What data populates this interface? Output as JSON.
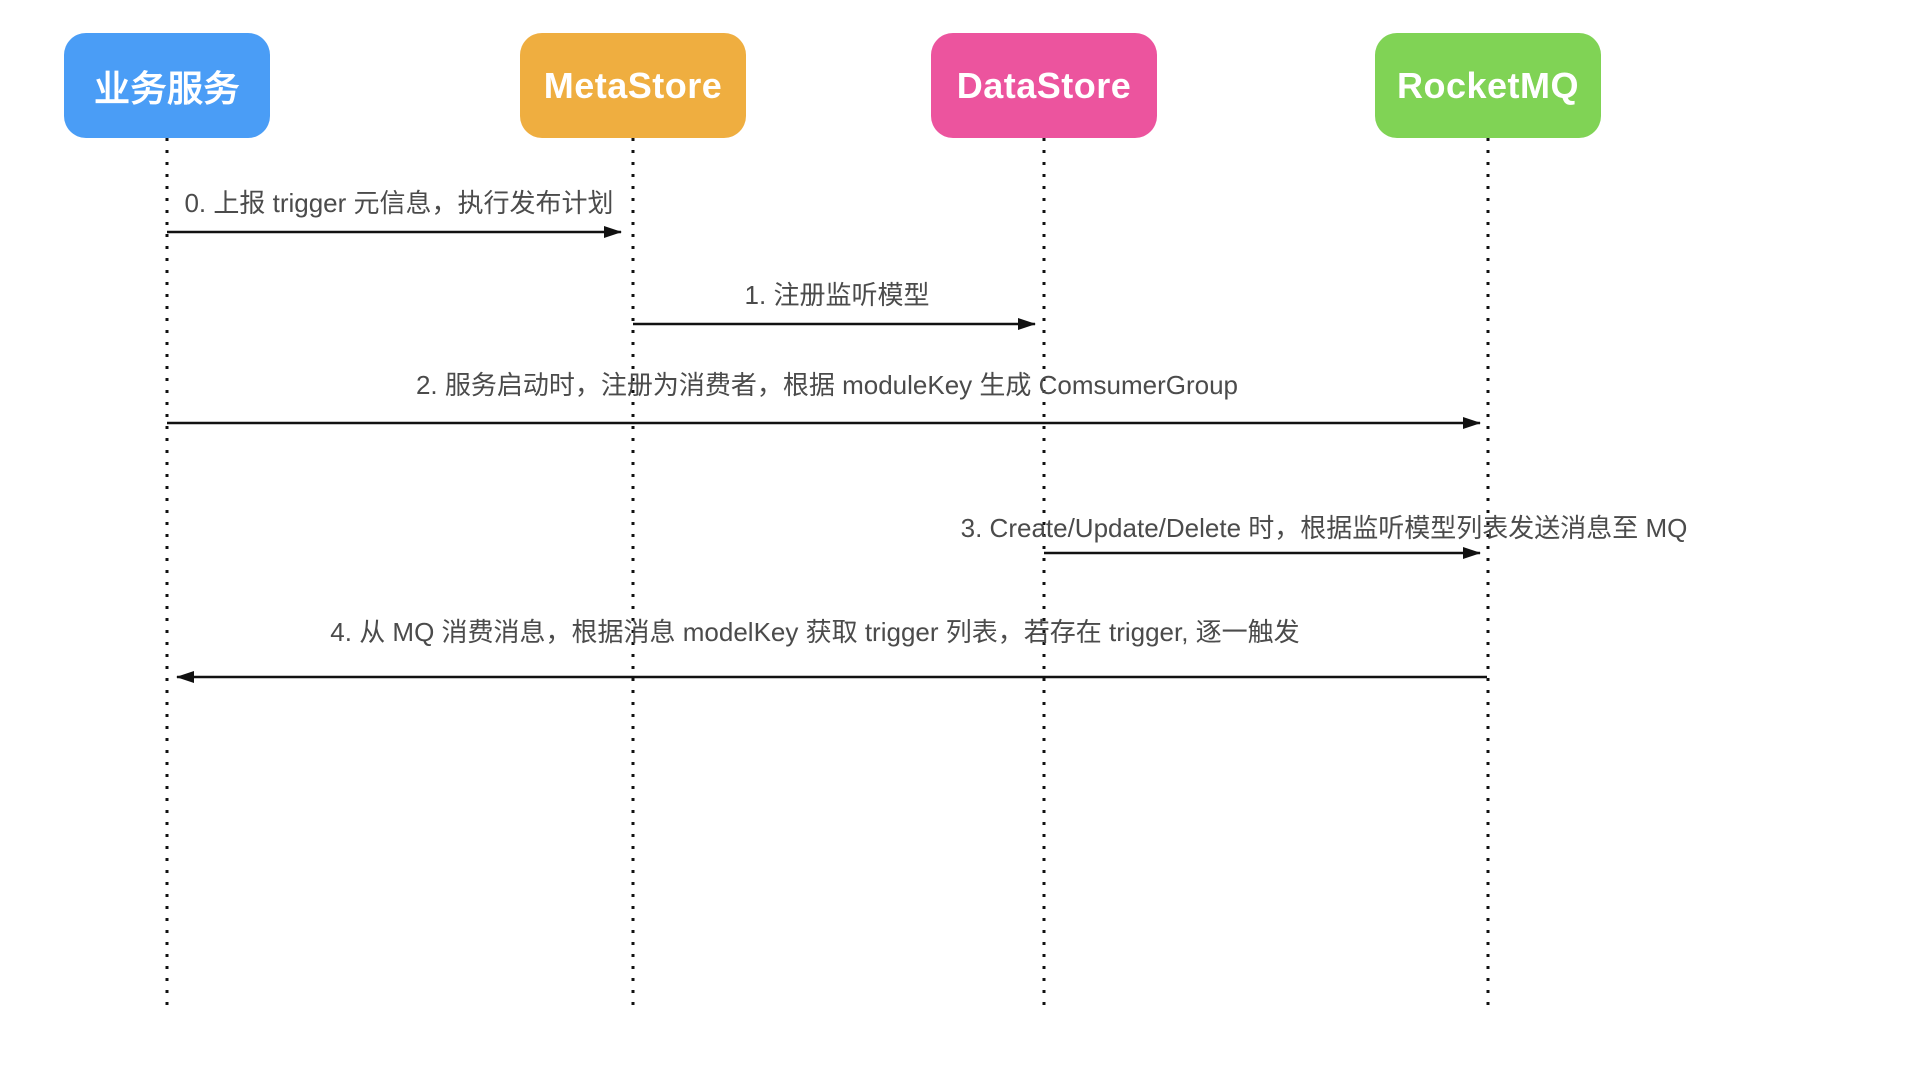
{
  "diagram": {
    "type": "sequence-diagram",
    "actors": [
      {
        "label": "业务服务",
        "color": "#4A9DF6"
      },
      {
        "label": "MetaStore",
        "color": "#EFAE40"
      },
      {
        "label": "DataStore",
        "color": "#EC549E"
      },
      {
        "label": "RocketMQ",
        "color": "#80D355"
      }
    ],
    "messages": [
      {
        "label": "0. 上报 trigger 元信息，执行发布计划",
        "from": "业务服务",
        "to": "MetaStore"
      },
      {
        "label": "1. 注册监听模型",
        "from": "MetaStore",
        "to": "DataStore"
      },
      {
        "label": "2. 服务启动时，注册为消费者，根据 moduleKey 生成 ComsumerGroup",
        "from": "业务服务",
        "to": "RocketMQ"
      },
      {
        "label": "3. Create/Update/Delete 时，根据监听模型列表发送消息至 MQ",
        "from": "DataStore",
        "to": "RocketMQ"
      },
      {
        "label": "4. 从 MQ 消费消息，根据消息 modelKey 获取 trigger 列表，若存在 trigger, 逐一触发",
        "from": "RocketMQ",
        "to": "业务服务"
      }
    ],
    "line_color": "#111111",
    "text_color": "#4B4B4B"
  }
}
